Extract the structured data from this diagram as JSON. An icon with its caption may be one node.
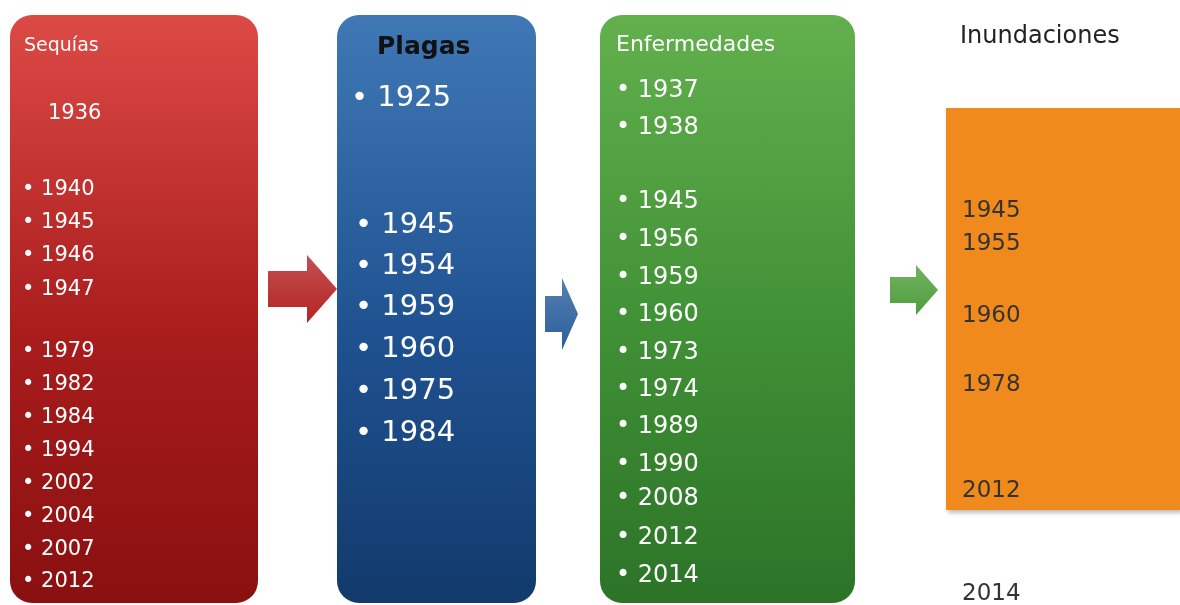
{
  "diagram": {
    "nodes": [
      {
        "text": [
          "Sequías",
          "1936",
          "• 1940",
          "• 1945",
          "• 1946",
          "• 1947",
          "• 1979",
          "• 1982",
          "• 1984",
          "• 1994",
          "• 2002",
          "• 2004",
          "• 2007",
          "• 2012"
        ]
      },
      {
        "text": [
          "Plagas",
          "• 1925",
          "• 1945",
          "• 1954",
          "• 1959",
          "• 1960",
          "• 1975",
          "• 1984"
        ]
      },
      {
        "text": [
          "Enfermedades",
          "• 1937",
          "• 1938",
          "• 1945",
          "• 1956",
          "• 1959",
          "• 1960",
          "• 1973",
          "• 1974",
          "• 1989",
          "• 1990",
          "• 2008",
          "• 2012",
          "• 2014"
        ]
      },
      {
        "text": [
          "Inundaciones",
          "1945",
          "1955",
          "1960",
          "1978",
          "2012"
        ],
        "beside": [
          "2014"
        ]
      }
    ],
    "edges": [
      {
        "from": 0,
        "to": 1,
        "arrow": "to",
        "color": "#b52424"
      },
      {
        "from": 1,
        "to": 2,
        "arrow": "to",
        "color": "#2b5f9c"
      },
      {
        "from": 2,
        "to": 3,
        "arrow": "to",
        "color": "#4f9e3c"
      }
    ]
  }
}
